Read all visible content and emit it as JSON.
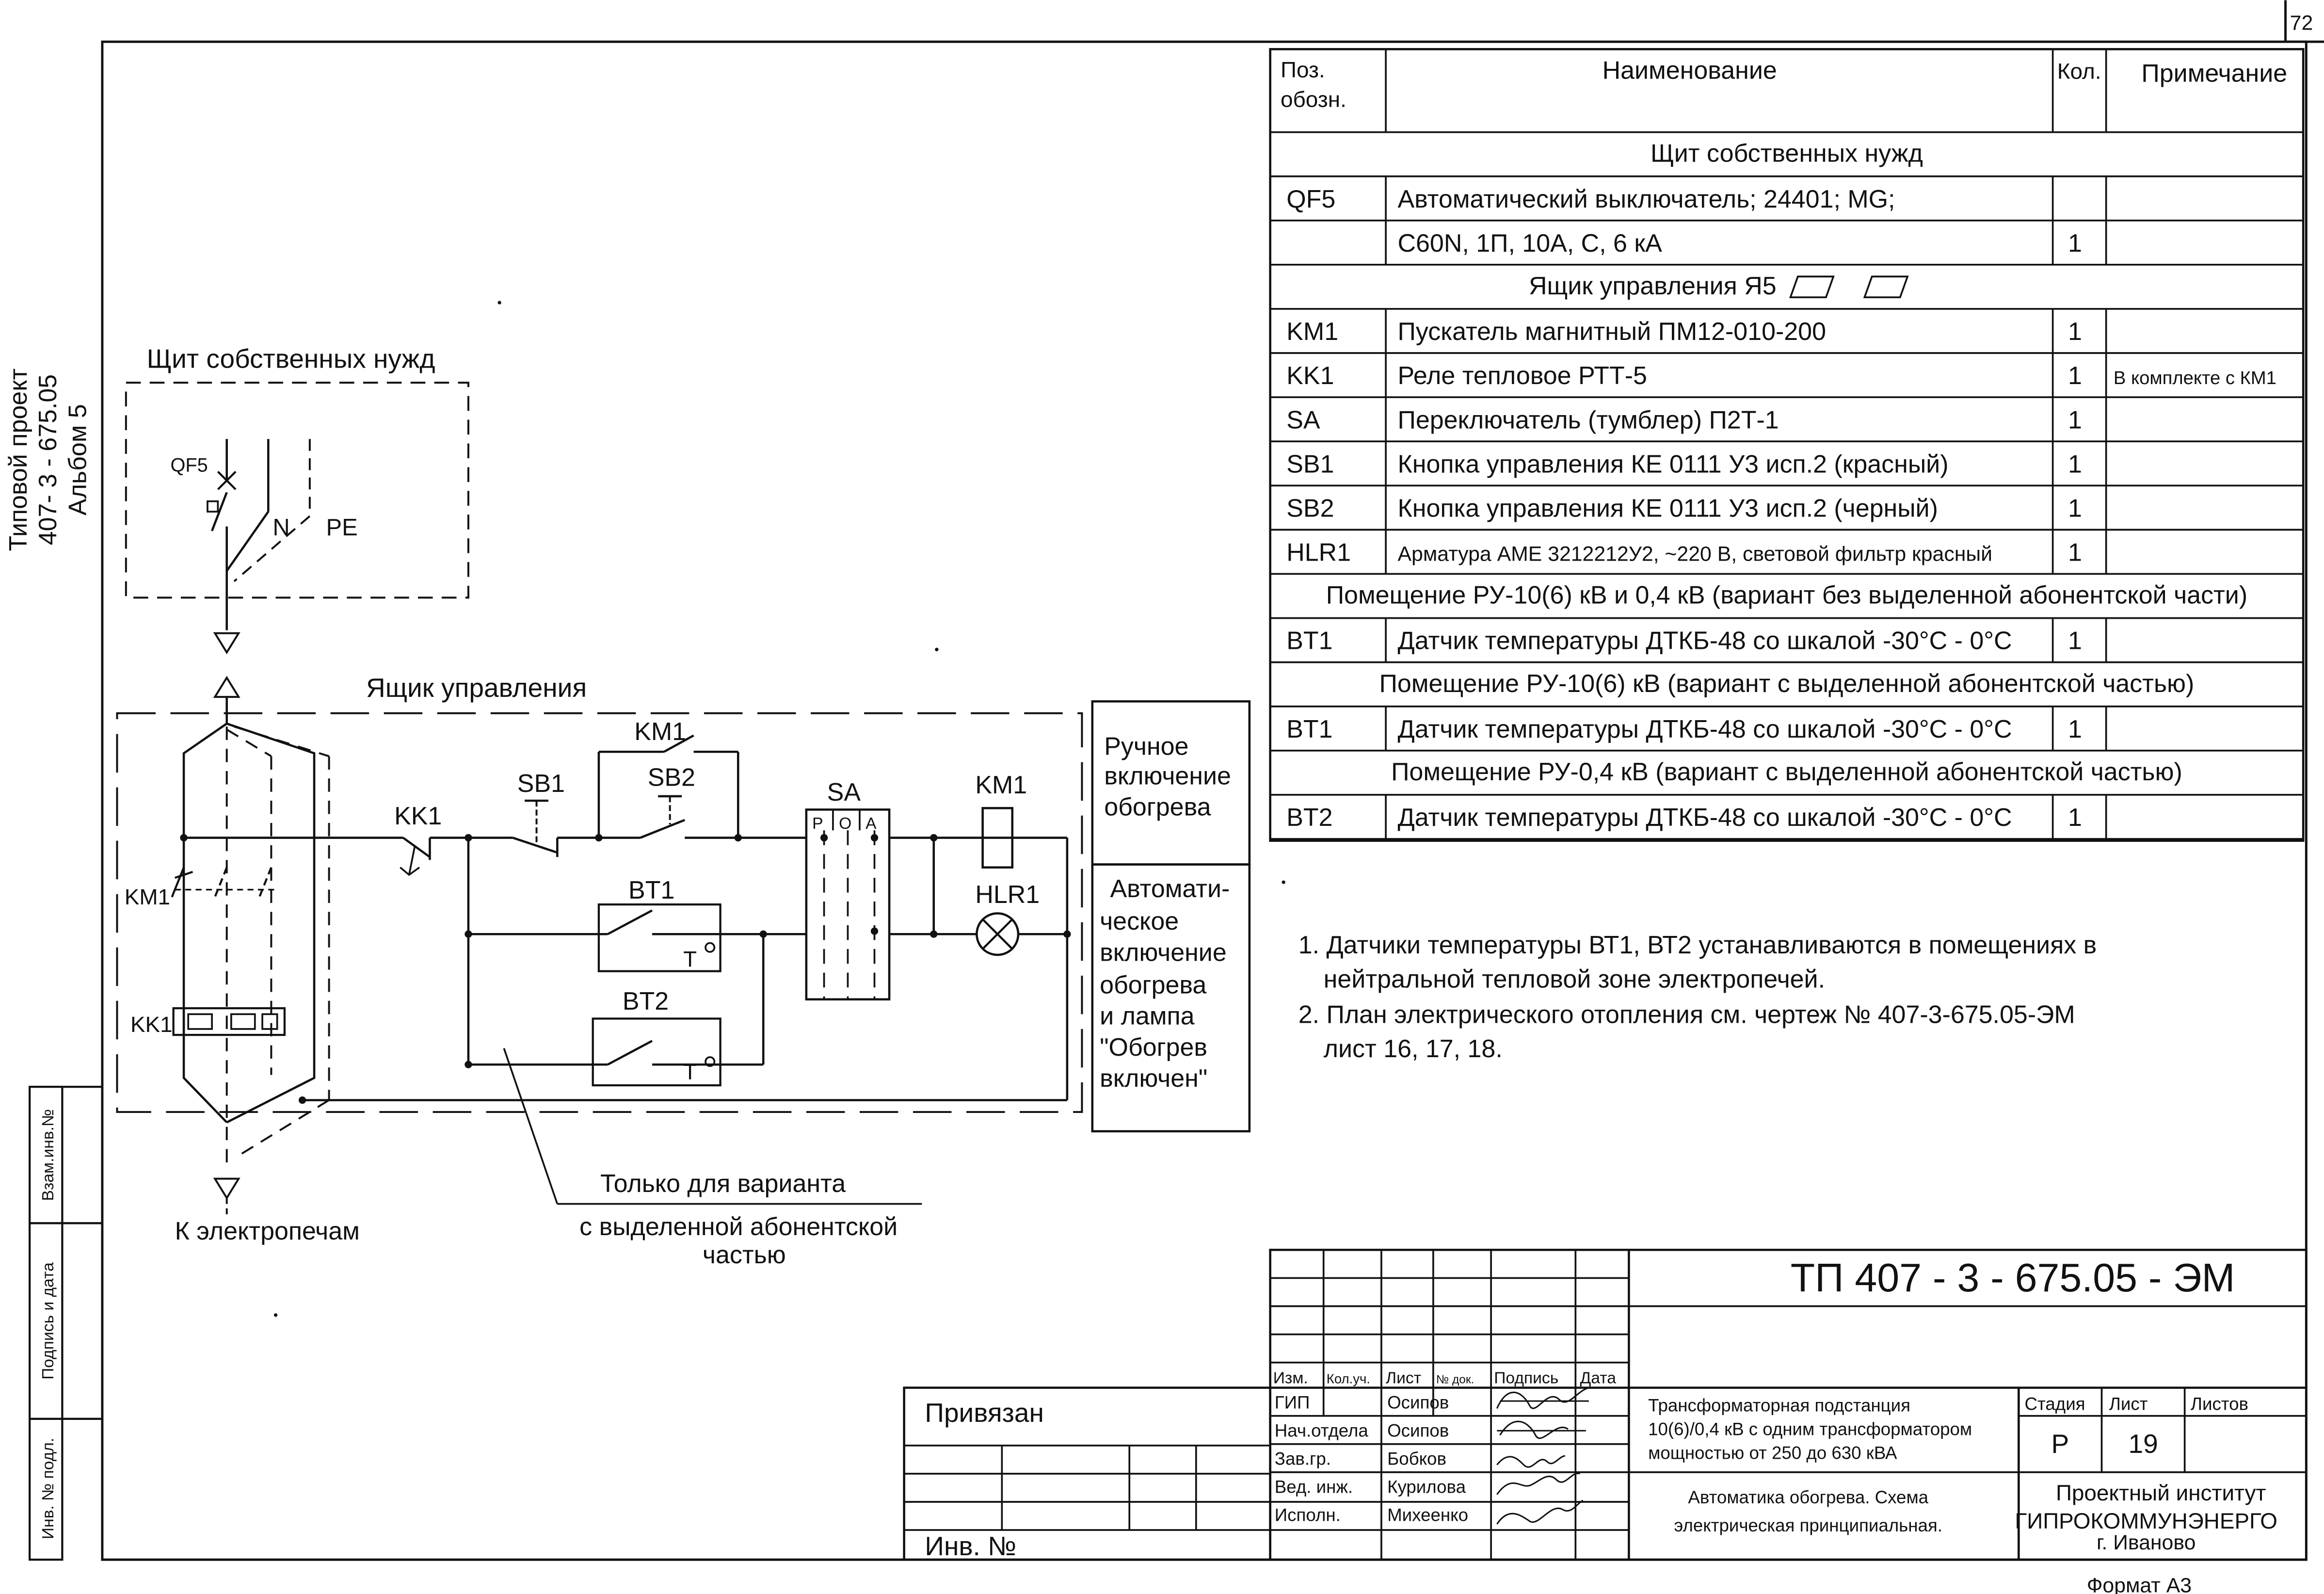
{
  "page_number": "72",
  "side_title": [
    "Типовой проект",
    "407- 3 - 675.05",
    "Альбом 5"
  ],
  "side_stamp": [
    "Взам.инв.№",
    "Подпись и дата",
    "Инв. № подл."
  ],
  "diagram": {
    "switchboard_title": "Щит собственных нужд",
    "control_box_title": "Ящик управления",
    "to_furnaces": "К  электропечам",
    "note_line1": "Только для варианта",
    "note_line2": "с выделенной абонентской",
    "note_line3": "частью",
    "labels": {
      "qf5": "QF5",
      "n": "N",
      "pe": "PE",
      "km1_top": "KM1",
      "sb1": "SB1",
      "sb2": "SB2",
      "sa": "SA",
      "km1_coil": "KM1",
      "kk1": "KK1",
      "bt1": "BT1",
      "hlr1": "HLR1",
      "bt2": "BT2",
      "km1_left": "KM1",
      "kk1_left": "KK1",
      "sa_p": "P",
      "sa_o": "O",
      "sa_a": "A",
      "to": "T"
    },
    "modes": {
      "manual": [
        "Ручное",
        "включение",
        "обогрева"
      ],
      "auto": [
        "Автомати-",
        "ческое",
        "включение",
        "обогрева",
        "и  лампа",
        "\"Обогрев",
        "включен\""
      ]
    }
  },
  "spec_table": {
    "headers": [
      "Поз.",
      "обозн.",
      "Наименование",
      "Кол.",
      "Примечание"
    ],
    "rows": [
      {
        "section": "Щит собственных нужд"
      },
      {
        "pos": "QF5",
        "name": "Автоматический выключатель; 24401; MG;",
        "qty": "",
        "note": ""
      },
      {
        "pos": "",
        "name": "C60N, 1П, 10А, С, 6 кА",
        "qty": "1",
        "note": ""
      },
      {
        "section": "Ящик управления Я5"
      },
      {
        "pos": "KM1",
        "name": "Пускатель магнитный ПМ12-010-200",
        "qty": "1",
        "note": ""
      },
      {
        "pos": "KK1",
        "name": "Реле тепловое РТТ-5",
        "qty": "1",
        "note": "В комплекте с КМ1"
      },
      {
        "pos": "SA",
        "name": "Переключатель (тумблер) П2Т-1",
        "qty": "1",
        "note": ""
      },
      {
        "pos": "SB1",
        "name": "Кнопка управления КЕ 0111 У3 исп.2 (красный)",
        "qty": "1",
        "note": ""
      },
      {
        "pos": "SB2",
        "name": "Кнопка управления КЕ 0111 У3 исп.2 (черный)",
        "qty": "1",
        "note": ""
      },
      {
        "pos": "HLR1",
        "name": "Арматура АМЕ 3212212У2, ~220 В, световой фильтр красный",
        "qty": "1",
        "note": ""
      },
      {
        "section": "Помещение РУ-10(6) кВ и 0,4 кВ (вариант без выделенной абонентской части)"
      },
      {
        "pos": "BT1",
        "name": "Датчик температуры ДТКБ-48 со шкалой -30°С - 0°С",
        "qty": "1",
        "note": ""
      },
      {
        "section": "Помещение РУ-10(6) кВ (вариант с выделенной абонентской частью)"
      },
      {
        "pos": "BT1",
        "name": "Датчик температуры ДТКБ-48 со шкалой -30°С - 0°С",
        "qty": "1",
        "note": ""
      },
      {
        "section": "Помещение РУ-0,4 кВ (вариант с выделенной абонентской частью)"
      },
      {
        "pos": "BT2",
        "name": "Датчик температуры ДТКБ-48 со шкалой -30°С - 0°С",
        "qty": "1",
        "note": ""
      }
    ]
  },
  "notes": [
    "1.  Датчики температуры ВТ1, ВТ2 устанавливаются в помещениях  в",
    "нейтральной тепловой зоне электропечей.",
    "2.  План электрического отопления см. чертеж № 407-3-675.05-ЭМ",
    "лист 16, 17, 18."
  ],
  "title_block": {
    "doc_code": "ТП  407 - 3 - 675.05 - ЭМ",
    "privyazan": "Привязан",
    "inv_no": "Инв. №",
    "col_headers": [
      "Изм.",
      "Кол.уч.",
      "Лист",
      "№ док.",
      "Подпись",
      "Дата"
    ],
    "staff": [
      {
        "role": "ГИП",
        "name": "Осипов"
      },
      {
        "role": "Нач.отдела",
        "name": "Осипов"
      },
      {
        "role": "Зав.гр.",
        "name": "Бобков"
      },
      {
        "role": "Вед. инж.",
        "name": "Курилова"
      },
      {
        "role": "Исполн.",
        "name": "Михеенко"
      }
    ],
    "project_title": [
      "Трансформаторная подстанция",
      "10(6)/0,4 кВ с одним трансформатором",
      "мощностью от 250 до 630 кВА"
    ],
    "sheet_title": [
      "Автоматика обогрева. Схема",
      "электрическая принципиальная."
    ],
    "stage_header": "Стадия",
    "sheet_header": "Лист",
    "sheets_header": "Листов",
    "stage": "Р",
    "sheet": "19",
    "sheets": "",
    "org": [
      "Проектный институт",
      "ГИПРОКОММУНЭНЕРГО",
      "г. Иваново"
    ]
  },
  "format_label": "Формат А3"
}
